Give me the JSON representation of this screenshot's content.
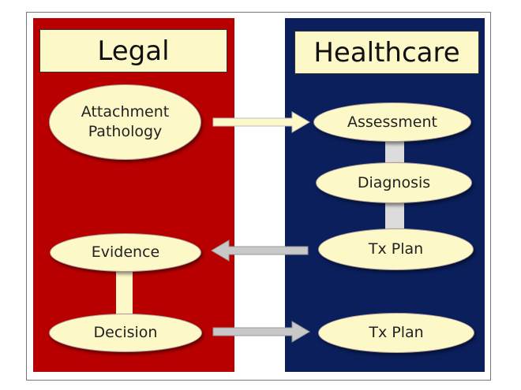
{
  "columns": {
    "legal": {
      "title": "Legal",
      "color": "#b90000"
    },
    "healthcare": {
      "title": "Healthcare",
      "color": "#0a1f5c"
    }
  },
  "nodes": {
    "attachment_pathology_line1": "Attachment",
    "attachment_pathology_line2": "Pathology",
    "assessment": "Assessment",
    "diagnosis": "Diagnosis",
    "tx_plan": "Tx Plan",
    "evidence": "Evidence",
    "decision": "Decision",
    "tx_plan_final": "Tx Plan"
  },
  "colors": {
    "node_fill": "#fdf8c8",
    "arrow_yellow": "#fdf8c8",
    "arrow_grey": "#c8c8c8"
  }
}
